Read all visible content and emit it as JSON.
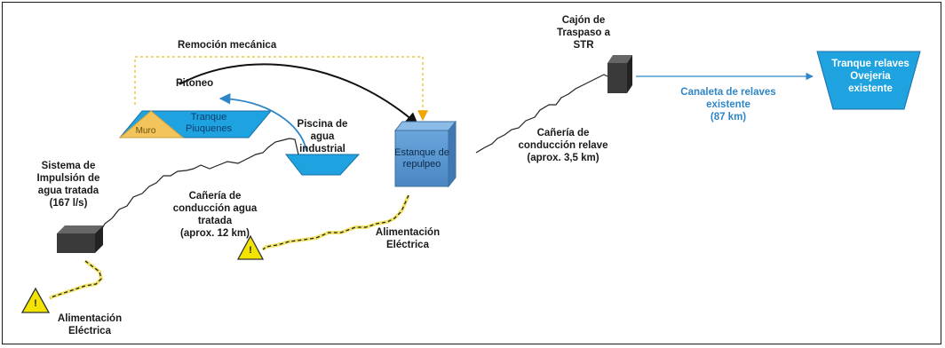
{
  "labels": {
    "remocion": "Remoción mecánica",
    "pitoneo": "Pitoneo",
    "muro": "Muro",
    "tranque_piuquenes": [
      "Tranque",
      "Piuquenes"
    ],
    "piscina": [
      "Piscina de",
      "agua",
      "industrial"
    ],
    "estanque": [
      "Estanque de",
      "repulpeo"
    ],
    "sistema_impulsion": [
      "Sistema de",
      "Impulsión de",
      "agua tratada",
      "(167 l/s)"
    ],
    "caneria_agua": [
      "Cañería de",
      "conducción agua",
      "tratada",
      "(aprox. 12 km)"
    ],
    "alimentacion_1": [
      "Alimentación",
      "Eléctrica"
    ],
    "alimentacion_2": [
      "Alimentación",
      "Eléctrica"
    ],
    "cajon": [
      "Cajón de",
      "Traspaso a",
      "STR"
    ],
    "caneria_relave": [
      "Cañería de",
      "conducción relave",
      "(aprox. 3,5 km)"
    ],
    "canaleta": [
      "Canaleta de relaves",
      "existente",
      "(87 km)"
    ],
    "tranque_ovejeria": [
      "Tranque relaves",
      "Ovejeria",
      "existente"
    ],
    "warning_symbol": "!"
  },
  "colors": {
    "accent_blue": "#2e86c8",
    "tank_blue": "#1fa3e0",
    "box_blue": "#5b9bd5",
    "muro_yellow": "#f2c55c",
    "electric_yellow": "#f2e46a",
    "dark_box": "#3a3a3a"
  },
  "icons": [
    "warning-triangle-icon",
    "warning-triangle-icon",
    "arrow-icon"
  ]
}
